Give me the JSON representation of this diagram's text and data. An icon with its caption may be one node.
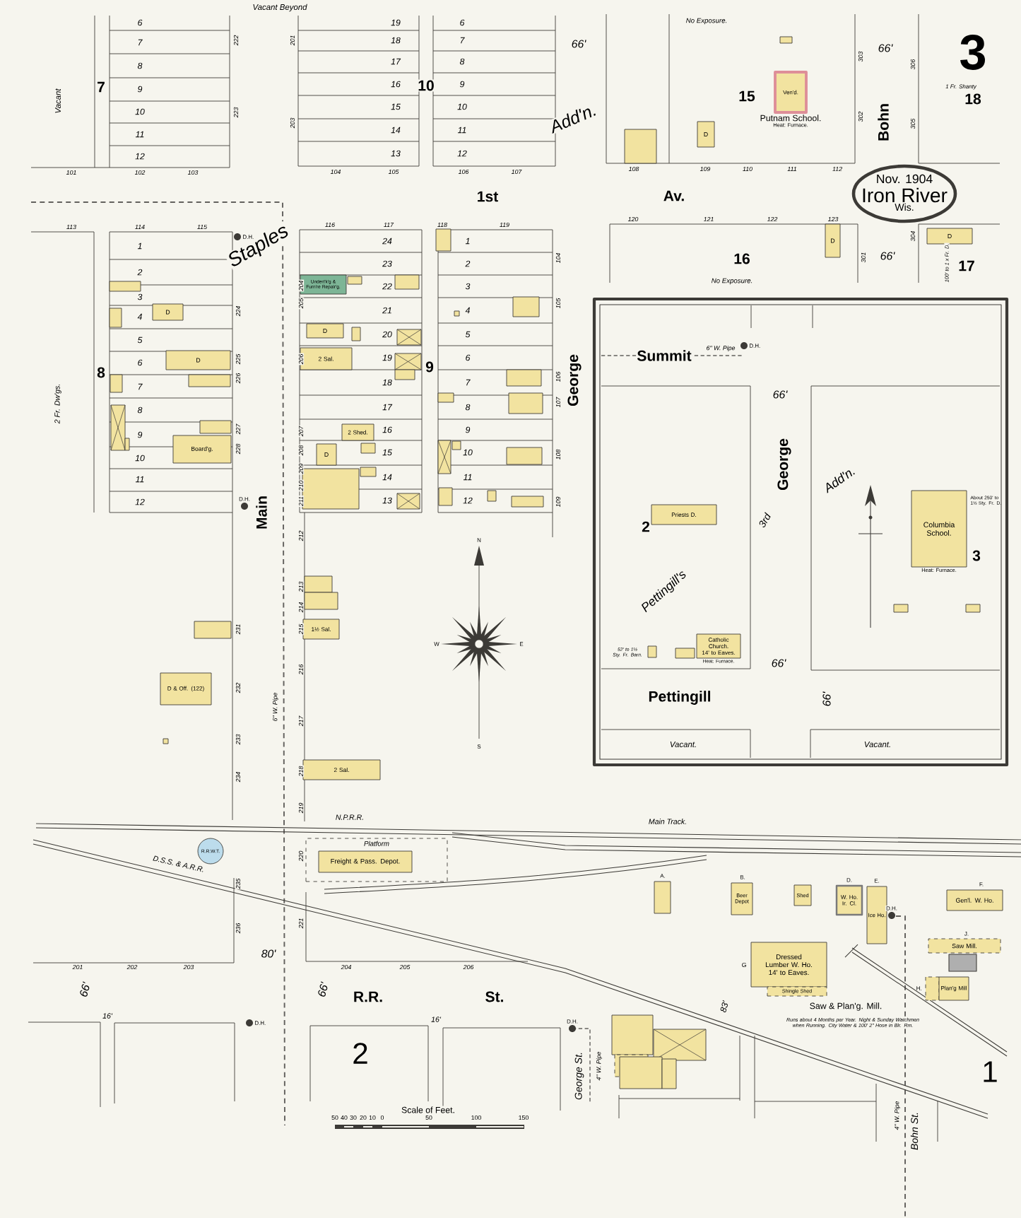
{
  "diagram": {
    "nodes": [
      {
        "text": [
          "Ven'd.",
          "Putnam School.",
          "Heat: Furnace."
        ]
      },
      {
        "text": [
          "Columbia School.",
          "Heat: Furnace."
        ],
        "beside": [
          "About 250' to 1½ Sty. Fr. D."
        ]
      },
      {
        "text": [
          "Catholic Church.",
          "14' to Eaves.",
          "Heat: Furnace."
        ]
      },
      {
        "text": [
          "Priests D."
        ]
      },
      {
        "text": [
          "Freight & Pass. Depot."
        ],
        "in": 5
      },
      {
        "text": [
          "Platform"
        ]
      },
      {
        "text": [
          "R.R.W.T."
        ]
      },
      {
        "text": [],
        "shape": "box",
        "beside": [
          "A."
        ]
      },
      {
        "text": [
          "Beer Depot"
        ],
        "beside": [
          "B."
        ]
      },
      {
        "text": [
          "Shed"
        ]
      },
      {
        "text": [
          "W. Ho. Ir. Cl."
        ],
        "beside": [
          "D."
        ]
      },
      {
        "text": [
          "Ice Ho."
        ],
        "beside": [
          "E."
        ]
      },
      {
        "text": [
          "Gen'l. W. Ho."
        ],
        "beside": [
          "F."
        ]
      },
      {
        "text": [
          "Dressed Lumber W. Ho.",
          "14' to Eaves."
        ],
        "beside": [
          "G"
        ]
      },
      {
        "text": [
          "Shingle Shed"
        ]
      },
      {
        "text": [
          "Saw Mill."
        ],
        "beside": [
          "J."
        ]
      },
      {
        "text": [
          "Plan'g Mill"
        ],
        "beside": [
          "H."
        ]
      },
      {
        "text": [
          "Undert'k'g & Furn're Repair'g."
        ]
      },
      {
        "text": [
          "Board'g."
        ]
      },
      {
        "text": [
          "2 Shed."
        ]
      },
      {
        "text": [
          "2 Sal."
        ]
      },
      {
        "text": [
          "1½ Sal."
        ]
      },
      {
        "text": [
          "2 Sal."
        ]
      },
      {
        "text": [
          "D & Off. (122)"
        ]
      },
      {
        "text": [
          "D"
        ]
      },
      {
        "text": [
          "D"
        ]
      },
      {
        "text": [
          "D"
        ]
      },
      {
        "text": [
          "D"
        ]
      },
      {
        "text": [
          "D"
        ]
      },
      {
        "text": [
          "D"
        ]
      },
      {
        "text": [
          "D"
        ]
      }
    ],
    "labels": [
      "3",
      "Vacant Beyond",
      "Vacant",
      "7",
      "10",
      "No Exposure.",
      "66'",
      "15",
      "Bohn",
      "66'",
      "1 Fr. Shanty",
      "18",
      "Nov. 1904",
      "Iron River",
      "Wis.",
      "Staples",
      "1st",
      "Add'n.",
      "Av.",
      "16",
      "No Exposure.",
      "66'",
      "17",
      "100' to 1 x Fr. D.",
      "8",
      "2 Fr. Dw'gs.",
      "9",
      "George",
      "Summit",
      "6\" W. Pipe",
      "66'",
      "George",
      "Main",
      "3rd",
      "Add'n.",
      "Pettingill's",
      "2",
      "3",
      "52' to 1½ Sty. Fr. Barn.",
      "66'",
      "Pettingill",
      "66'",
      "Vacant.",
      "Vacant.",
      "6\" W. Pipe",
      "N",
      "W",
      "E",
      "S",
      "N.P.R.R.",
      "Main Track.",
      "D.S.S. & A.R.R.",
      "80'",
      "66'",
      "66'",
      "R.R.",
      "St.",
      "2",
      "16'",
      "16'",
      "George St.",
      "4\" W. Pipe",
      "83'",
      "Saw & Plan'g. Mill.",
      "Runs about 4 Months per Year. Night & Sunday Watchmen when Running. City Water & 100' 2\" Hose in Blr. Rm.",
      "1",
      "Bohn St.",
      "4\" W. Pipe",
      "Scale of Feet.",
      "50",
      "40",
      "30",
      "20",
      "10",
      "0",
      "50",
      "100",
      "150",
      "D.H.",
      "D.H.",
      "D.H.",
      "D.H.",
      "D.H.",
      "D.H.",
      "6",
      "7",
      "8",
      "9",
      "10",
      "11",
      "12",
      "19",
      "18",
      "17",
      "16",
      "15",
      "14",
      "13",
      "6",
      "7",
      "8",
      "9",
      "10",
      "11",
      "12",
      "1",
      "2",
      "3",
      "4",
      "5",
      "6",
      "7",
      "8",
      "9",
      "10",
      "11",
      "12",
      "24",
      "23",
      "22",
      "21",
      "20",
      "19",
      "18",
      "17",
      "16",
      "15",
      "14",
      "13",
      "1",
      "2",
      "3",
      "4",
      "5",
      "6",
      "7",
      "8",
      "9",
      "10",
      "11",
      "12",
      "101",
      "102",
      "103",
      "104",
      "105",
      "106",
      "107",
      "108",
      "109",
      "110",
      "111",
      "112",
      "113",
      "114",
      "115",
      "116",
      "117",
      "118",
      "119",
      "120",
      "121",
      "122",
      "123",
      "222",
      "223",
      "201",
      "203",
      "303",
      "302",
      "306",
      "305",
      "301",
      "304",
      "224",
      "225",
      "226",
      "227",
      "228",
      "231",
      "232",
      "233",
      "234",
      "235",
      "236",
      "204",
      "205",
      "206",
      "207",
      "208",
      "209",
      "210",
      "211",
      "212",
      "213",
      "214",
      "215",
      "216",
      "217",
      "218",
      "219",
      "220",
      "221",
      "104",
      "105",
      "106",
      "107",
      "108",
      "109",
      "201",
      "202",
      "203",
      "204",
      "205",
      "206"
    ]
  }
}
